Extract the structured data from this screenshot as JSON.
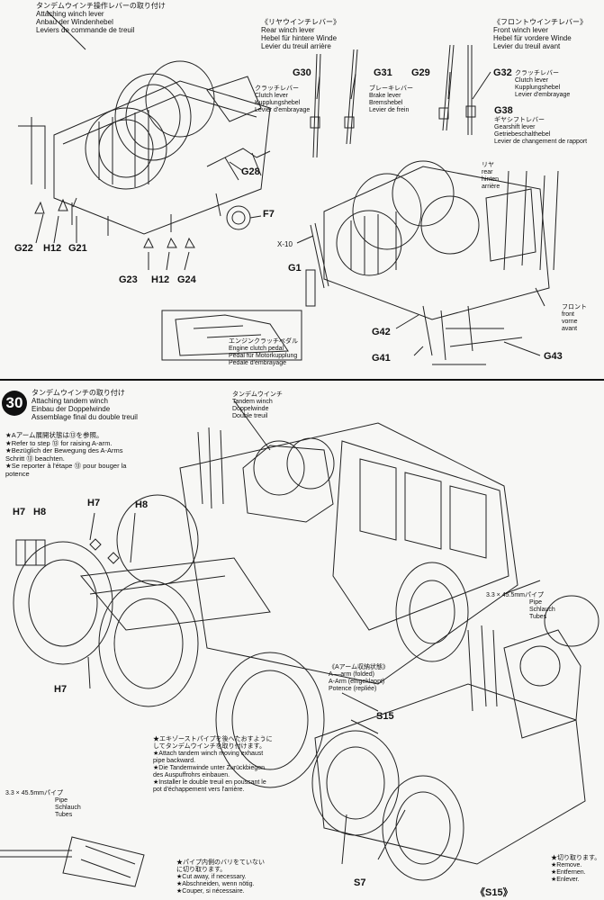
{
  "top": {
    "winch_lever": [
      "タンデムウインチ操作レバーの取り付け",
      "Attaching winch lever",
      "Anbau der Windenhebel",
      "Leviers de commande de treuil"
    ],
    "rear_lever": [
      "《リヤウインチレバー》",
      "Rear winch lever",
      "Hebel für hintere Winde",
      "Levier du treuil arrière"
    ],
    "front_lever": [
      "《フロントウインチレバー》",
      "Front winch lever",
      "Hebel für vordere Winde",
      "Levier du treuil avant"
    ],
    "clutch_left": [
      "クラッチレバー",
      "Clutch lever",
      "Kupplungshebel",
      "Levier d'embrayage"
    ],
    "brake": [
      "ブレーキレバー",
      "Brake lever",
      "Bremshebel",
      "Levier de frein"
    ],
    "clutch_right": [
      "クラッチレバー",
      "Clutch lever",
      "Kupplungshebel",
      "Levier d'embrayage"
    ],
    "gearshift": [
      "ギヤシフトレバー",
      "Gearshift lever",
      "Getriebeschalthebel",
      "Levier de changement de rapport"
    ],
    "rear": [
      "リヤ",
      "rear",
      "hinten",
      "arrière"
    ],
    "front": [
      "フロント",
      "front",
      "vorne",
      "avant"
    ],
    "engine_clutch": [
      "エンジンクラッチペダル",
      "Engine clutch pedal",
      "Pedal für Motorkupplung",
      "Pédale d'embrayage"
    ],
    "x10": "X-10",
    "parts": {
      "G30": "G30",
      "G31": "G31",
      "G29": "G29",
      "G32": "G32",
      "G38": "G38",
      "G28": "G28",
      "F7": "F7",
      "G1": "G1",
      "G22": "G22",
      "H12a": "H12",
      "G21": "G21",
      "G23": "G23",
      "H12b": "H12",
      "G24": "G24",
      "G42": "G42",
      "G41": "G41",
      "G43": "G43"
    }
  },
  "step": {
    "number": "30",
    "title": [
      "タンデムウインチの取り付け",
      "Attaching tandem winch",
      "Einbau der Doppelwinde",
      "Assemblage final du double treuil"
    ],
    "arm_note": [
      "★Aアーム展開状態は⑬を参照。",
      "★Refer to step ⑬ for raising A-arm.",
      "★Bezüglich der Bewegung des A-Arms",
      "Schritt ⑬ beachten.",
      "★Se reporter à l'étape ⑬ pour bouger la",
      "potence"
    ],
    "tandem_winch": [
      "タンデムウインチ",
      "Tandem winch",
      "Doppelwinde",
      "Double treuil"
    ],
    "a_arm": [
      "《Aアーム収納状態》",
      "A —arm (folded)",
      "A-Arm (eingeklappt)",
      "Potence (repliée)"
    ],
    "pipe_top": [
      "3.3 × 45.5mmパイプ",
      "Pipe",
      "Schlauch",
      "Tubes"
    ],
    "pipe_bottom": [
      "3.3 × 45.5mmパイプ",
      "Pipe",
      "Schlauch",
      "Tubes"
    ],
    "exhaust_note": [
      "★エキゾーストパイプを後へたおすように",
      "してタンデムウインチを取り付けます。",
      "★Attach tandem winch moving exhaust",
      "pipe backward.",
      "★Die Tandemwinde unter Zurückbiegen",
      "des Auspuffrohrs einbauen.",
      "★Installer le double treuil en poussant le",
      "pot d'échappement vers l'arrière."
    ],
    "burr_note": [
      "★パイプ内側のバリをていない",
      "に切り取ります。",
      "★Cut away, if necessary.",
      "★Abschneiden, wenn nötig.",
      "★Couper, si nécessaire."
    ],
    "remove_note": [
      "★切り取ります。",
      "★Remove.",
      "★Entfernen.",
      "★Enlever."
    ],
    "parts": {
      "H7a": "H7",
      "H8a": "H8",
      "H7b": "H7",
      "H8b": "H8",
      "H7c": "H7",
      "S15a": "S15",
      "S7": "S7",
      "S15b": "《S15》"
    }
  }
}
